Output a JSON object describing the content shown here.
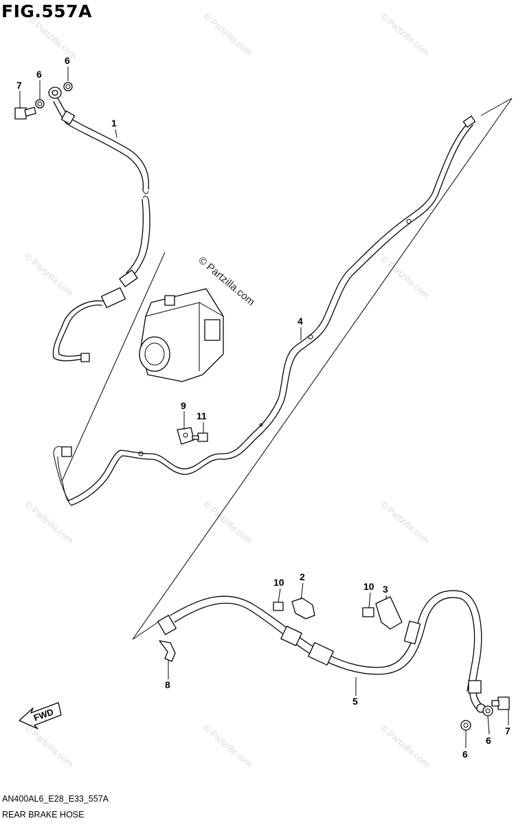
{
  "header": {
    "figure_title": "FIG.557A"
  },
  "footer": {
    "diagram_code": "AN400AL6_E28_E33_557A",
    "caption": "REAR BRAKE HOSE"
  },
  "watermark": {
    "text": "© Partzilla.com",
    "central_text": "© Partzilla.com"
  },
  "fwd_label": "FWD",
  "callouts": {
    "c1": "1",
    "c2": "2",
    "c3": "3",
    "c4": "4",
    "c5": "5",
    "c6a": "6",
    "c6b": "6",
    "c6c": "6",
    "c6d": "6",
    "c7a": "7",
    "c7b": "7",
    "c8": "8",
    "c9": "9",
    "c10a": "10",
    "c10b": "10",
    "c11": "11"
  }
}
